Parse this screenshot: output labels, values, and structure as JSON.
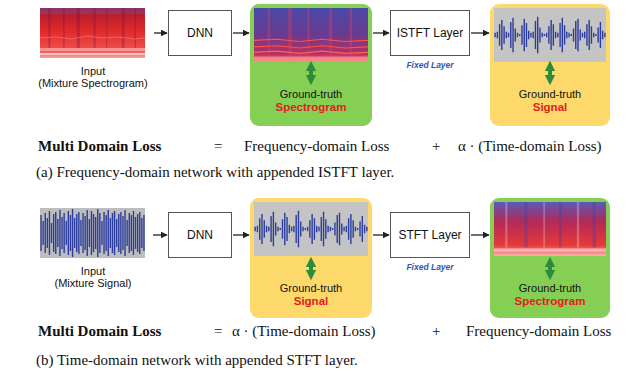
{
  "diagram": {
    "nodes": [
      {
        "text": [
          "Input",
          "(Mixture Spectrogram)"
        ]
      },
      {
        "text": [
          "DNN"
        ]
      },
      {
        "text": [
          "Ground-truth",
          "Spectrogram"
        ]
      },
      {
        "text": [
          "ISTFT Layer",
          "Fixed Layer"
        ]
      },
      {
        "text": [
          "Ground-truth",
          "Signal"
        ]
      },
      {
        "text": [
          "Input",
          "(Mixture Signal)"
        ]
      },
      {
        "text": [
          "DNN"
        ]
      },
      {
        "text": [
          "Ground-truth",
          "Signal"
        ]
      },
      {
        "text": [
          "STFT Layer",
          "Fixed Layer"
        ]
      },
      {
        "text": [
          "Ground-truth",
          "Spectrogram"
        ]
      }
    ],
    "edges": [
      {
        "from": 0,
        "to": 1,
        "arrow": "to"
      },
      {
        "from": 1,
        "to": 2,
        "arrow": "to"
      },
      {
        "from": 2,
        "to": 3,
        "arrow": "to"
      },
      {
        "from": 3,
        "to": 4,
        "arrow": "to"
      },
      {
        "from": 5,
        "to": 6,
        "arrow": "to"
      },
      {
        "from": 6,
        "to": 7,
        "arrow": "to"
      },
      {
        "from": 7,
        "to": 8,
        "arrow": "to"
      },
      {
        "from": 8,
        "to": 9,
        "arrow": "to"
      }
    ],
    "labels": [
      "Multi Domain Loss",
      "=",
      "Frequency-domain Loss",
      "+",
      "α · (Time-domain Loss)",
      "(a) Frequency-domain network with appended ISTFT layer.",
      "Multi Domain Loss",
      "=",
      "α · (Time-domain Loss)",
      "+",
      "Frequency-domain Loss",
      "(b) Time-domain network with appended STFT layer."
    ]
  }
}
